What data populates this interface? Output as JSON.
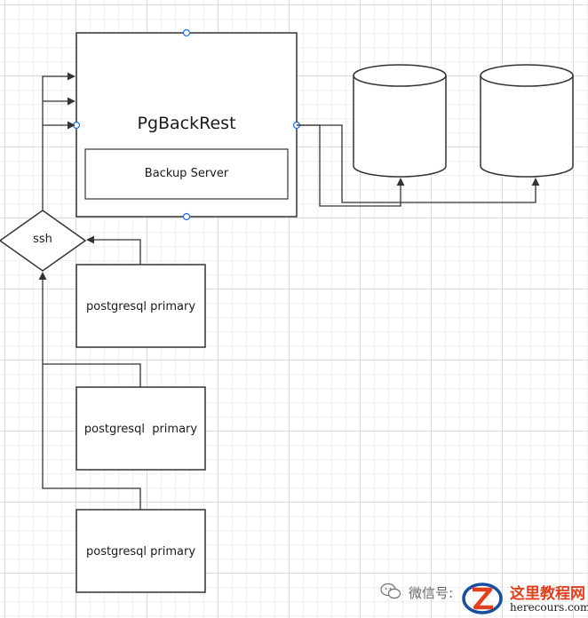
{
  "diagram": {
    "main_box": {
      "title": "PgBackRest",
      "inner_label": "Backup Server"
    },
    "decision": {
      "label": "ssh"
    },
    "primaries": [
      {
        "label": "postgresql primary"
      },
      {
        "label": "postgresql  primary"
      },
      {
        "label": "postgresql primary"
      }
    ],
    "storage": [
      {
        "kind": "database-cylinder"
      },
      {
        "kind": "database-cylinder"
      }
    ]
  },
  "watermark": {
    "label": "微信号:",
    "brand": "这里教程网",
    "url": "herecours.com"
  },
  "colors": {
    "stroke": "#333333",
    "handle": "#1f6fd6",
    "brand": "#e0401c"
  }
}
